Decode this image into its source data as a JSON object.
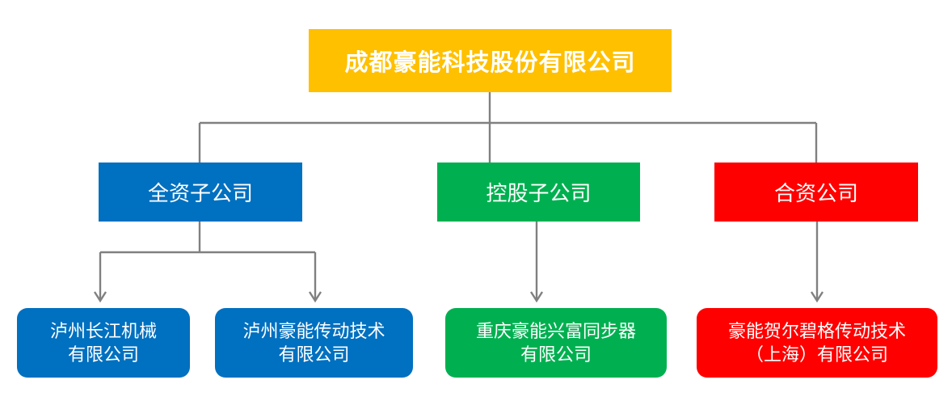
{
  "chart_data": {
    "type": "diagram",
    "diagram_kind": "organizational-chart",
    "title": "",
    "orientation": "top-down",
    "connector_color": "#808080",
    "connector_style": "orthogonal-elbow-with-arrowheads",
    "levels": 3,
    "nodes": [
      {
        "id": "root",
        "label": "成都豪能科技股份有限公司",
        "level": 0,
        "color": "#FFC000",
        "text_color": "#FFFFFF",
        "shape": "rectangle",
        "bold": true
      },
      {
        "id": "wholly-owned",
        "label": "全资子公司",
        "level": 1,
        "color": "#0070C0",
        "text_color": "#FFFFFF",
        "shape": "rectangle",
        "parent": "root"
      },
      {
        "id": "holding",
        "label": "控股子公司",
        "level": 1,
        "color": "#00B050",
        "text_color": "#FFFFFF",
        "shape": "rectangle",
        "parent": "root"
      },
      {
        "id": "joint-venture",
        "label": "合资公司",
        "level": 1,
        "color": "#FF0000",
        "text_color": "#FFFFFF",
        "shape": "rectangle",
        "parent": "root"
      },
      {
        "id": "luzhou-changjiang",
        "label": "泸州长江机械\n有限公司",
        "level": 2,
        "color": "#0070C0",
        "text_color": "#FFFFFF",
        "shape": "rounded-rectangle",
        "parent": "wholly-owned"
      },
      {
        "id": "luzhou-haoneng",
        "label": "泸州豪能传动技术\n有限公司",
        "level": 2,
        "color": "#0070C0",
        "text_color": "#FFFFFF",
        "shape": "rounded-rectangle",
        "parent": "wholly-owned"
      },
      {
        "id": "chongqing-xingfu",
        "label": "重庆豪能兴富同步器\n有限公司",
        "level": 2,
        "color": "#00B050",
        "text_color": "#FFFFFF",
        "shape": "rounded-rectangle",
        "parent": "holding"
      },
      {
        "id": "hoerbiger-shanghai",
        "label": "豪能贺尔碧格传动技术\n（上海）有限公司",
        "level": 2,
        "color": "#FF0000",
        "text_color": "#FFFFFF",
        "shape": "rounded-rectangle",
        "parent": "joint-venture"
      }
    ],
    "edges": [
      {
        "from": "root",
        "to": "wholly-owned"
      },
      {
        "from": "root",
        "to": "holding"
      },
      {
        "from": "root",
        "to": "joint-venture"
      },
      {
        "from": "wholly-owned",
        "to": "luzhou-changjiang"
      },
      {
        "from": "wholly-owned",
        "to": "luzhou-haoneng"
      },
      {
        "from": "holding",
        "to": "chongqing-xingfu"
      },
      {
        "from": "joint-venture",
        "to": "hoerbiger-shanghai"
      }
    ]
  }
}
